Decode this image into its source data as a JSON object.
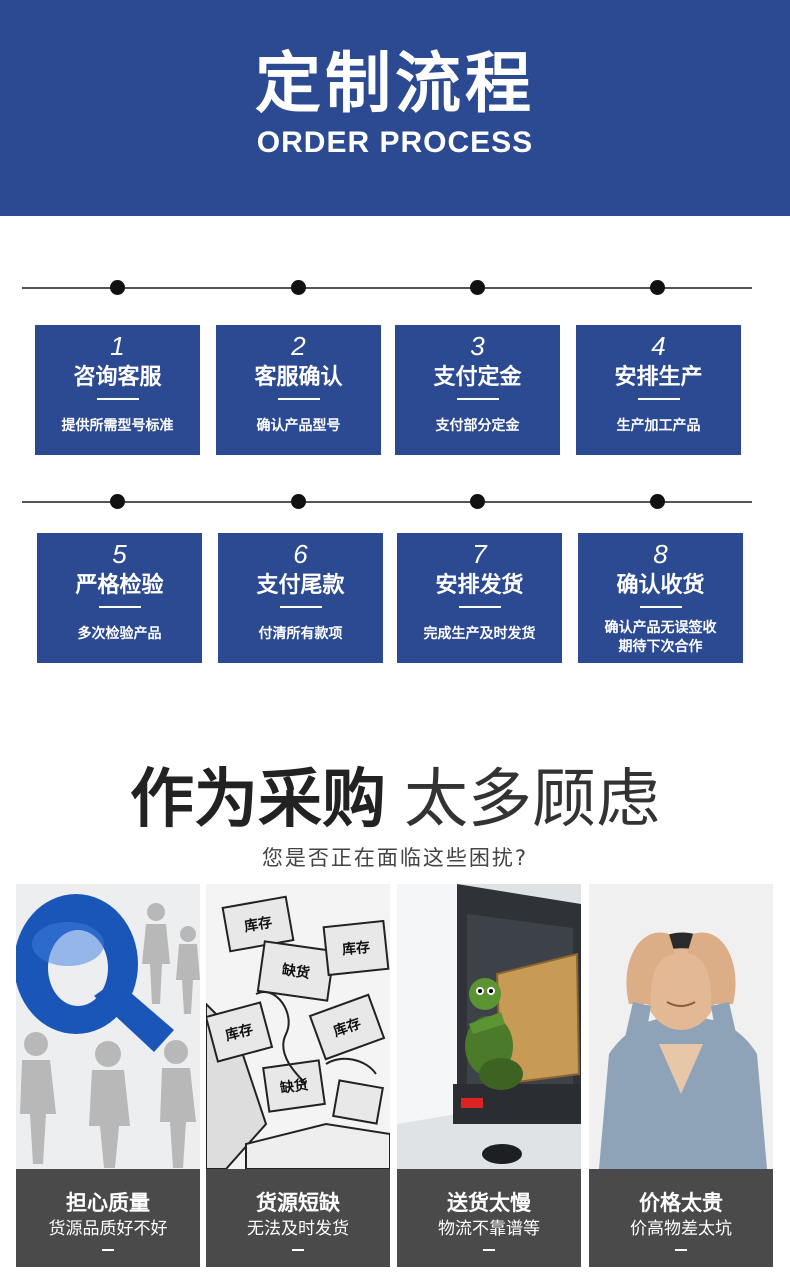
{
  "header": {
    "title": "定制流程",
    "subtitle": "ORDER PROCESS",
    "bg_color": "#2c4a91"
  },
  "steps": [
    {
      "num": "1",
      "title": "咨询客服",
      "desc": "提供所需型号标准"
    },
    {
      "num": "2",
      "title": "客服确认",
      "desc": "确认产品型号"
    },
    {
      "num": "3",
      "title": "支付定金",
      "desc": "支付部分定金"
    },
    {
      "num": "4",
      "title": "安排生产",
      "desc": "生产加工产品"
    },
    {
      "num": "5",
      "title": "严格检验",
      "desc": "多次检验产品"
    },
    {
      "num": "6",
      "title": "支付尾款",
      "desc": "付清所有款项"
    },
    {
      "num": "7",
      "title": "安排发货",
      "desc": "完成生产及时发货"
    },
    {
      "num": "8",
      "title": "确认收货",
      "desc_line1": "确认产品无误签收",
      "desc_line2": "期待下次合作"
    }
  ],
  "concerns": {
    "title_bold": "作为采购",
    "title_light": "太多顾虑",
    "subtitle": "您是否正在面临这些困扰?",
    "cards": [
      {
        "title": "担心质量",
        "desc": "货源品质好不好",
        "image": "blue-q-figures-image"
      },
      {
        "title": "货源短缺",
        "desc": "无法及时发货",
        "image": "sketch-boxes-image"
      },
      {
        "title": "送货太慢",
        "desc": "物流不靠谱等",
        "image": "turtle-van-image"
      },
      {
        "title": "价格太贵",
        "desc": "价高物差太坑",
        "image": "worried-man-image"
      }
    ],
    "box_labels": [
      "库存",
      "缺货",
      "库存",
      "库存",
      "库存",
      "缺货"
    ]
  }
}
